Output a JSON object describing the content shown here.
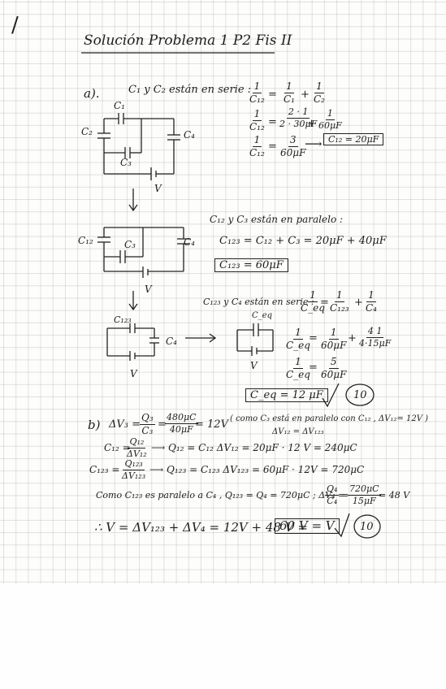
{
  "header": {
    "mark": "/",
    "title": "Solución Problema 1  P2 Fis II"
  },
  "part_a": {
    "label": "a).",
    "series_text": "C₁ y C₂ están en serie :",
    "eq1": {
      "l_num": "1",
      "l_den": "C₁₂",
      "eq": "=",
      "a_num": "1",
      "a_den": "C₁",
      "plus": "+",
      "b_num": "1",
      "b_den": "C₂"
    },
    "eq2": {
      "l_num": "1",
      "l_den": "C₁₂",
      "eq": "=",
      "a_num": "2 · 1",
      "a_den": "2 · 30μF",
      "plus": "+",
      "b_num": "1",
      "b_den": "60μF"
    },
    "eq3": {
      "l_num": "1",
      "l_den": "C₁₂",
      "eq": "=",
      "r_num": "3",
      "r_den": "60μF",
      "arrow": "⟶",
      "result": "C₁₂ = 20μF"
    },
    "circuit1": {
      "c1": "C₁",
      "c2": "C₂",
      "c3": "C₃",
      "c4": "C₄",
      "v": "V"
    },
    "circuit2": {
      "c12": "C₁₂",
      "c3": "C₃",
      "c4": "C₄",
      "v": "V"
    },
    "parallel_text": "C₁₂ y C₃ están en paralelo :",
    "c123_eq": "C₁₂₃ = C₁₂ + C₃ = 20μF + 40μF",
    "c123_result": "C₁₂₃ = 60μF",
    "series2_text": "C₁₂₃ y C₄ están en serie :",
    "eq4": {
      "l_num": "1",
      "l_den": "C_eq",
      "eq": "=",
      "a_num": "1",
      "a_den": "C₁₂₃",
      "plus": "+",
      "b_num": "1",
      "b_den": "C₄"
    },
    "eq5": {
      "l_num": "1",
      "l_den": "C_eq",
      "eq": "=",
      "a_num": "1",
      "a_den": "60μF",
      "plus": "+",
      "b_num": "4 1",
      "b_den": "4·15μF"
    },
    "eq6": {
      "l_num": "1",
      "l_den": "C_eq",
      "eq": "=",
      "r_num": "5",
      "r_den": "60μF"
    },
    "circuit3": {
      "c123": "C₁₂₃",
      "c4": "C₄",
      "v": "V"
    },
    "circuit4": {
      "ceq": "C_eq",
      "v": "V"
    },
    "ceq_result": "C_eq = 12 μF",
    "grade": "10"
  },
  "part_b": {
    "label": "b)",
    "dv3_lhs": "ΔV₃ =",
    "dv3_f1_num": "Q₃",
    "dv3_f1_den": "C₃",
    "dv3_f2_num": "480μC",
    "dv3_f2_den": "40μF",
    "dv3_rhs": "= 12V",
    "note1": "( como C₃ está en paralelo con C₁₂ , ΔV₁₂= 12V )",
    "note2": "ΔV₁₂ = ΔV₁₂₃",
    "c12_lhs": "C₁₂ =",
    "c12_num": "Q₁₂",
    "c12_den": "ΔV₁₂",
    "c12_rhs": "⟶ Q₁₂ = C₁₂ ΔV₁₂ = 20μF · 12 V = 240μC",
    "c123_lhs": "C₁₂₃ =",
    "c123_num": "Q₁₂₃",
    "c123_den": "ΔV₁₂₃",
    "c123_rhs": "⟶ Q₁₂₃ = C₁₂₃ ΔV₁₂₃ = 60μF · 12V = 720μC",
    "como_text": "Como C₁₂₃ es paralelo a C₄ , Q₁₂₃ = Q₄ = 720μC ; ΔV₄ =",
    "dv4_num": "Q₄",
    "dv4_den": "C₄",
    "dv4_eq": "=",
    "dv4_num2": "720μC",
    "dv4_den2": "15μF",
    "dv4_rhs": "= 48 V",
    "final_lhs": "∴ V = ΔV₁₂₃ + ΔV₄ = 12V + 48 V  =",
    "final_result": "60 V   = V",
    "grade": "10"
  }
}
